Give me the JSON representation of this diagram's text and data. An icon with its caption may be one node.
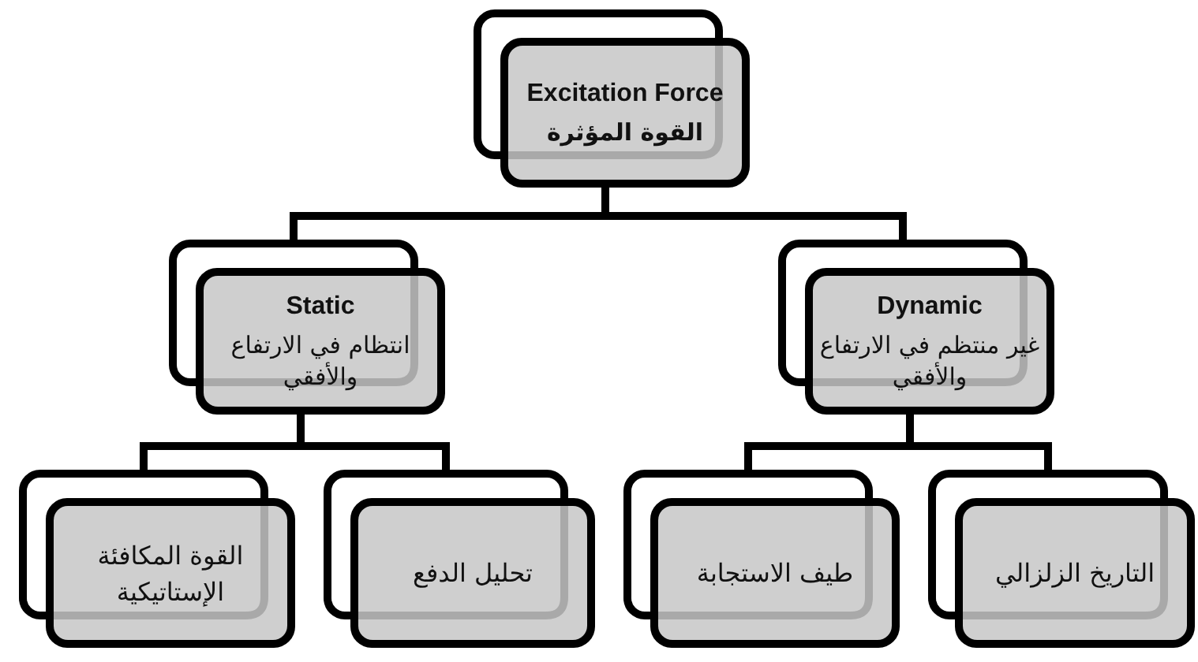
{
  "diagram": {
    "nodes": [
      {
        "text": [
          "Excitation Force",
          "القوة المؤثرة"
        ]
      },
      {
        "text": [
          "Static",
          "انتظام في الارتفاع والأفقي"
        ]
      },
      {
        "text": [
          "Dynamic",
          "غير منتظم في الارتفاع والأفقي"
        ]
      },
      {
        "text": [
          "القوة المكافئة الإستاتيكية"
        ]
      },
      {
        "text": [
          "تحليل الدفع"
        ]
      },
      {
        "text": [
          "طيف الاستجابة"
        ]
      },
      {
        "text": [
          "التاريخ الزلزالي"
        ]
      }
    ],
    "edges": [
      {
        "from": 0,
        "to": 1,
        "arrow": "none"
      },
      {
        "from": 0,
        "to": 2,
        "arrow": "none"
      },
      {
        "from": 1,
        "to": 3,
        "arrow": "none"
      },
      {
        "from": 1,
        "to": 4,
        "arrow": "none"
      },
      {
        "from": 2,
        "to": 5,
        "arrow": "none"
      },
      {
        "from": 2,
        "to": 6,
        "arrow": "none"
      }
    ]
  }
}
